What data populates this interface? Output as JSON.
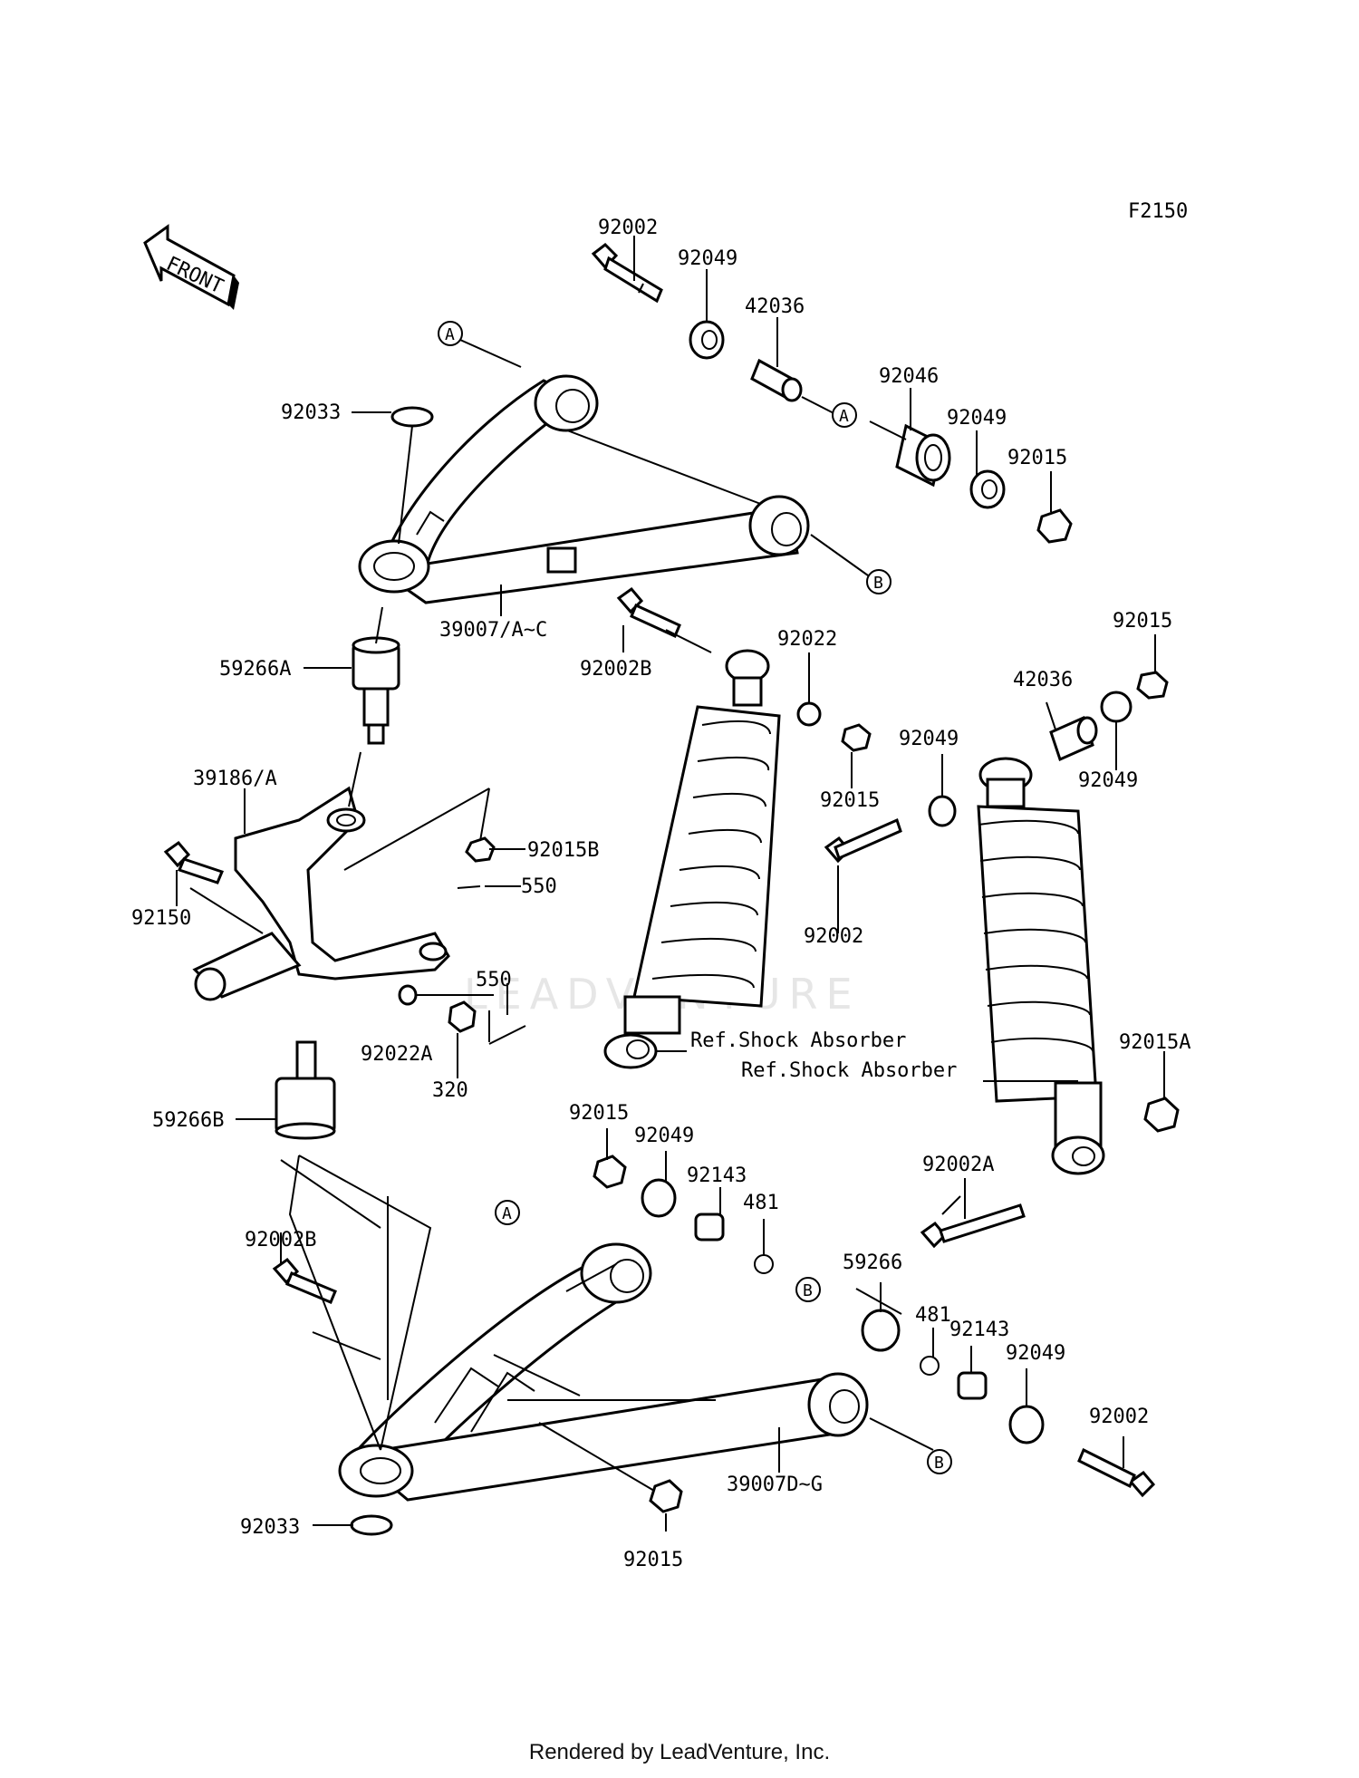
{
  "figure_code": "F2150",
  "front_label": "FRONT",
  "watermark": "LEADVENTURE",
  "footer": "Rendered by LeadVenture, Inc.",
  "callouts": {
    "a": "A",
    "b": "B"
  },
  "parts": {
    "p92002_top": "92002",
    "p92049_top1": "92049",
    "p42036_top": "42036",
    "p92046": "92046",
    "p92049_top2": "92049",
    "p92015_top": "92015",
    "p92033_top": "92033",
    "p39007_ac": "39007/A~C",
    "p59266A": "59266A",
    "p92002B_mid": "92002B",
    "p92022": "92022",
    "p92015_mid": "92015",
    "p92015_right": "92015",
    "p42036_right": "42036",
    "p92049_mid": "92049",
    "p92049_right": "92049",
    "p39186A": "39186/A",
    "p92015B": "92015B",
    "p550_top": "550",
    "p92150": "92150",
    "p92002_mid": "92002",
    "p550_bot": "550",
    "p92022A": "92022A",
    "p320": "320",
    "ref_shock_1": "Ref.Shock Absorber",
    "ref_shock_2": "Ref.Shock Absorber",
    "p92015A": "92015A",
    "p59266B": "59266B",
    "p92015_low": "92015",
    "p92049_low": "92049",
    "p92143_low": "92143",
    "p481_low": "481",
    "p92002A": "92002A",
    "p92002B_low": "92002B",
    "p59266": "59266",
    "p481_low2": "481",
    "p92143_low2": "92143",
    "p92049_low2": "92049",
    "p92002_low": "92002",
    "p39007_dg": "39007D~G",
    "p92033_low": "92033",
    "p92015_bottom": "92015"
  }
}
